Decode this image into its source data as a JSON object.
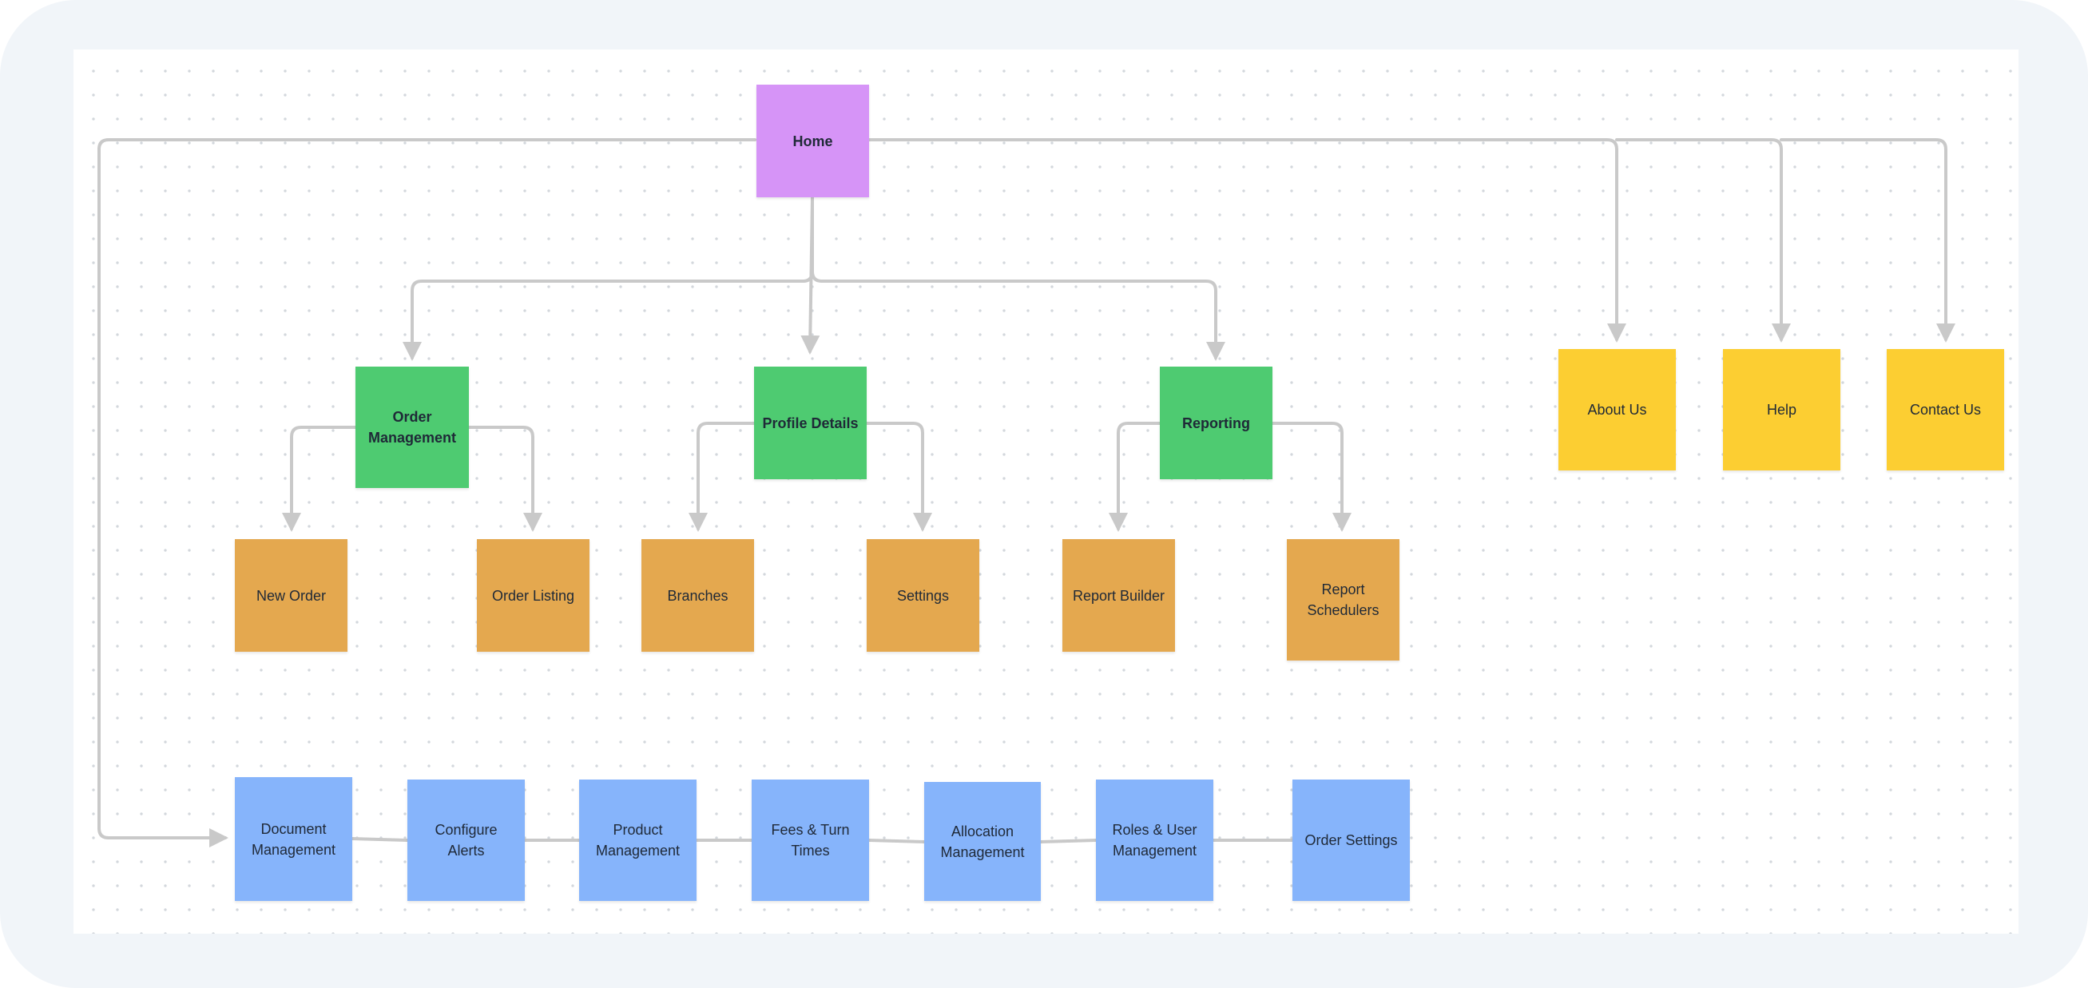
{
  "colors": {
    "frame": "#f1f5f9",
    "edge": "#c9c9c9",
    "home": "#d694f7",
    "section": "#4ecb71",
    "page": "#e4a84f",
    "utility": "#fcce32",
    "settings": "#86b4fb"
  },
  "nodes": {
    "home": "Home",
    "order_management": "Order\nManagement",
    "profile_details": "Profile Details",
    "reporting": "Reporting",
    "about_us": "About Us",
    "help": "Help",
    "contact_us": "Contact Us",
    "new_order": "New Order",
    "order_listing": "Order Listing",
    "branches": "Branches",
    "settings": "Settings",
    "report_builder": "Report Builder",
    "report_schedulers": "Report\nSchedulers",
    "document_management": "Document\nManagement",
    "configure_alerts": "Configure\nAlerts",
    "product_management": "Product\nManagement",
    "fees_turn_times": "Fees & Turn\nTimes",
    "allocation_management": "Allocation\nManagement",
    "roles_user_management": "Roles & User\nManagement",
    "order_settings": "Order Settings"
  },
  "edges": [
    {
      "from": "home",
      "to": "order_management"
    },
    {
      "from": "home",
      "to": "profile_details"
    },
    {
      "from": "home",
      "to": "reporting"
    },
    {
      "from": "home",
      "to": "about_us"
    },
    {
      "from": "home",
      "to": "help"
    },
    {
      "from": "home",
      "to": "contact_us"
    },
    {
      "from": "home",
      "to": "document_management"
    },
    {
      "from": "order_management",
      "to": "new_order"
    },
    {
      "from": "order_management",
      "to": "order_listing"
    },
    {
      "from": "profile_details",
      "to": "branches"
    },
    {
      "from": "profile_details",
      "to": "settings"
    },
    {
      "from": "reporting",
      "to": "report_builder"
    },
    {
      "from": "reporting",
      "to": "report_schedulers"
    },
    {
      "from": "document_management",
      "to": "configure_alerts"
    },
    {
      "from": "configure_alerts",
      "to": "product_management"
    },
    {
      "from": "product_management",
      "to": "fees_turn_times"
    },
    {
      "from": "fees_turn_times",
      "to": "allocation_management"
    },
    {
      "from": "allocation_management",
      "to": "roles_user_management"
    },
    {
      "from": "roles_user_management",
      "to": "order_settings"
    }
  ]
}
